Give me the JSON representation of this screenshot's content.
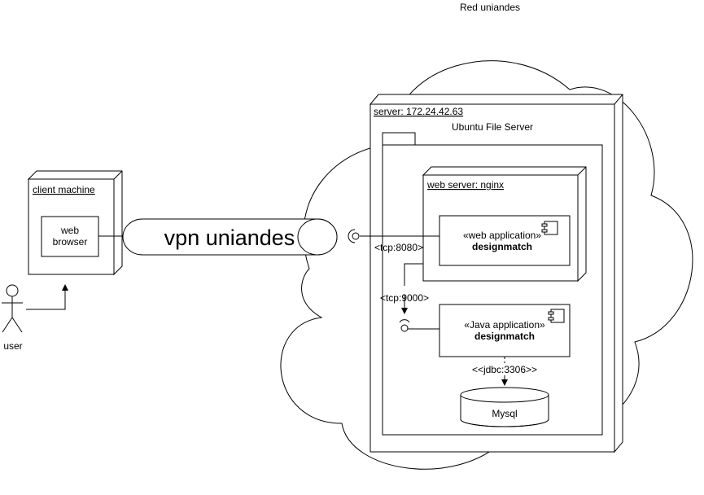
{
  "network": {
    "title": "Red uniandes"
  },
  "server": {
    "label": "server: 172.24.42.63",
    "os_label": "Ubuntu File Server"
  },
  "web_server": {
    "label": "web server: nginx"
  },
  "web_app": {
    "stereotype": "«web application»",
    "name": "designmatch"
  },
  "java_app": {
    "stereotype": "«Java application»",
    "name": "designmatch"
  },
  "database": {
    "name": "Mysql"
  },
  "client": {
    "label": "client machine",
    "browser_line1": "web",
    "browser_line2": "browser"
  },
  "user": {
    "label": "user"
  },
  "tunnel": {
    "label": "vpn uniandes"
  },
  "connectors": {
    "tcp_web": "<tcp:8080>",
    "tcp_java": "<tcp:9000>",
    "jdbc": "<<jdbc:3306>>"
  }
}
